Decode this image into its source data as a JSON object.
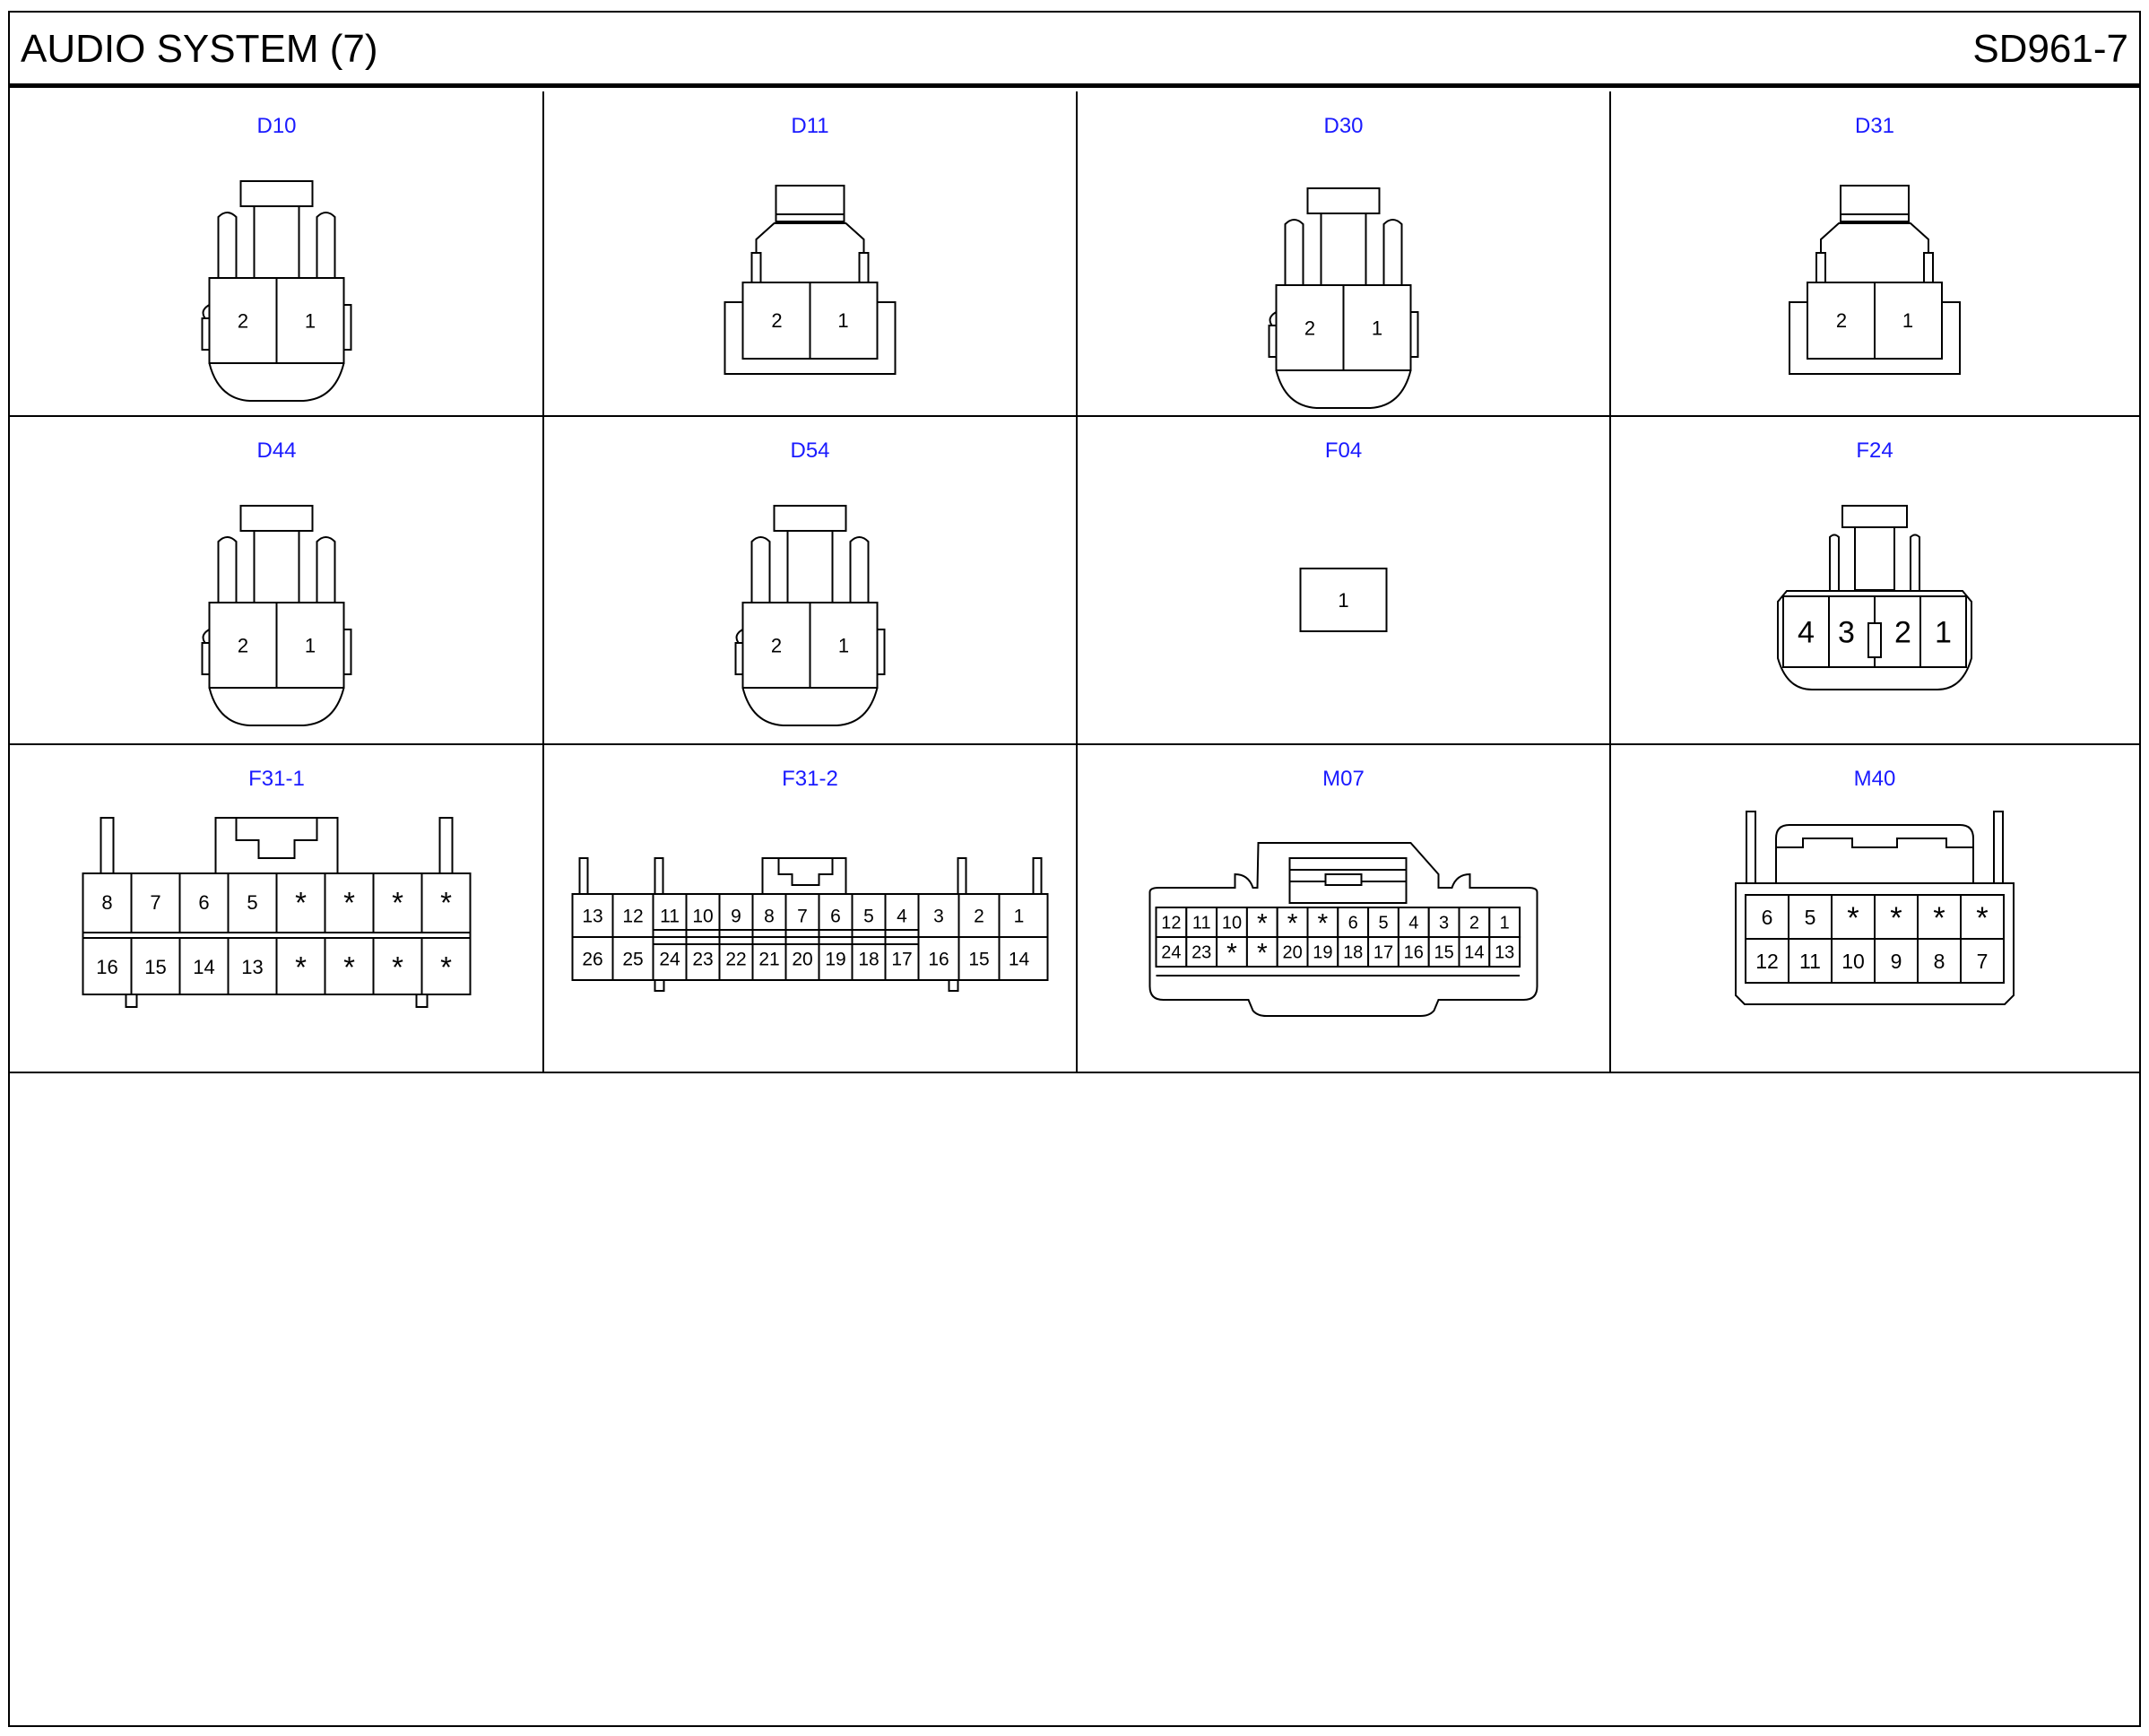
{
  "header": {
    "title": "AUDIO SYSTEM (7)",
    "code": "SD961-7"
  },
  "colors": {
    "label": "#1a1aff",
    "line": "#000000"
  },
  "connectors": [
    {
      "id": "D10",
      "pins": [
        "2",
        "1"
      ]
    },
    {
      "id": "D11",
      "pins": [
        "2",
        "1"
      ]
    },
    {
      "id": "D30",
      "pins": [
        "2",
        "1"
      ]
    },
    {
      "id": "D31",
      "pins": [
        "2",
        "1"
      ]
    },
    {
      "id": "D44",
      "pins": [
        "2",
        "1"
      ]
    },
    {
      "id": "D54",
      "pins": [
        "2",
        "1"
      ]
    },
    {
      "id": "F04",
      "pins": [
        "1"
      ]
    },
    {
      "id": "F24",
      "pins": [
        "4",
        "3",
        "2",
        "1"
      ]
    },
    {
      "id": "F31-1",
      "rows": [
        [
          "8",
          "7",
          "6",
          "5",
          "*",
          "*",
          "*",
          "*"
        ],
        [
          "16",
          "15",
          "14",
          "13",
          "*",
          "*",
          "*",
          "*"
        ]
      ]
    },
    {
      "id": "F31-2",
      "rows": [
        [
          "13",
          "12",
          "11",
          "10",
          "9",
          "8",
          "7",
          "6",
          "5",
          "4",
          "3",
          "2",
          "1"
        ],
        [
          "26",
          "25",
          "24",
          "23",
          "22",
          "21",
          "20",
          "19",
          "18",
          "17",
          "16",
          "15",
          "14"
        ]
      ]
    },
    {
      "id": "M07",
      "rows": [
        [
          "12",
          "11",
          "10",
          "*",
          "*",
          "*",
          "6",
          "5",
          "4",
          "3",
          "2",
          "1"
        ],
        [
          "24",
          "23",
          "*",
          "*",
          "20",
          "19",
          "18",
          "17",
          "16",
          "15",
          "14",
          "13"
        ]
      ]
    },
    {
      "id": "M40",
      "rows": [
        [
          "6",
          "5",
          "*",
          "*",
          "*",
          "*"
        ],
        [
          "12",
          "11",
          "10",
          "9",
          "8",
          "7"
        ]
      ]
    }
  ]
}
